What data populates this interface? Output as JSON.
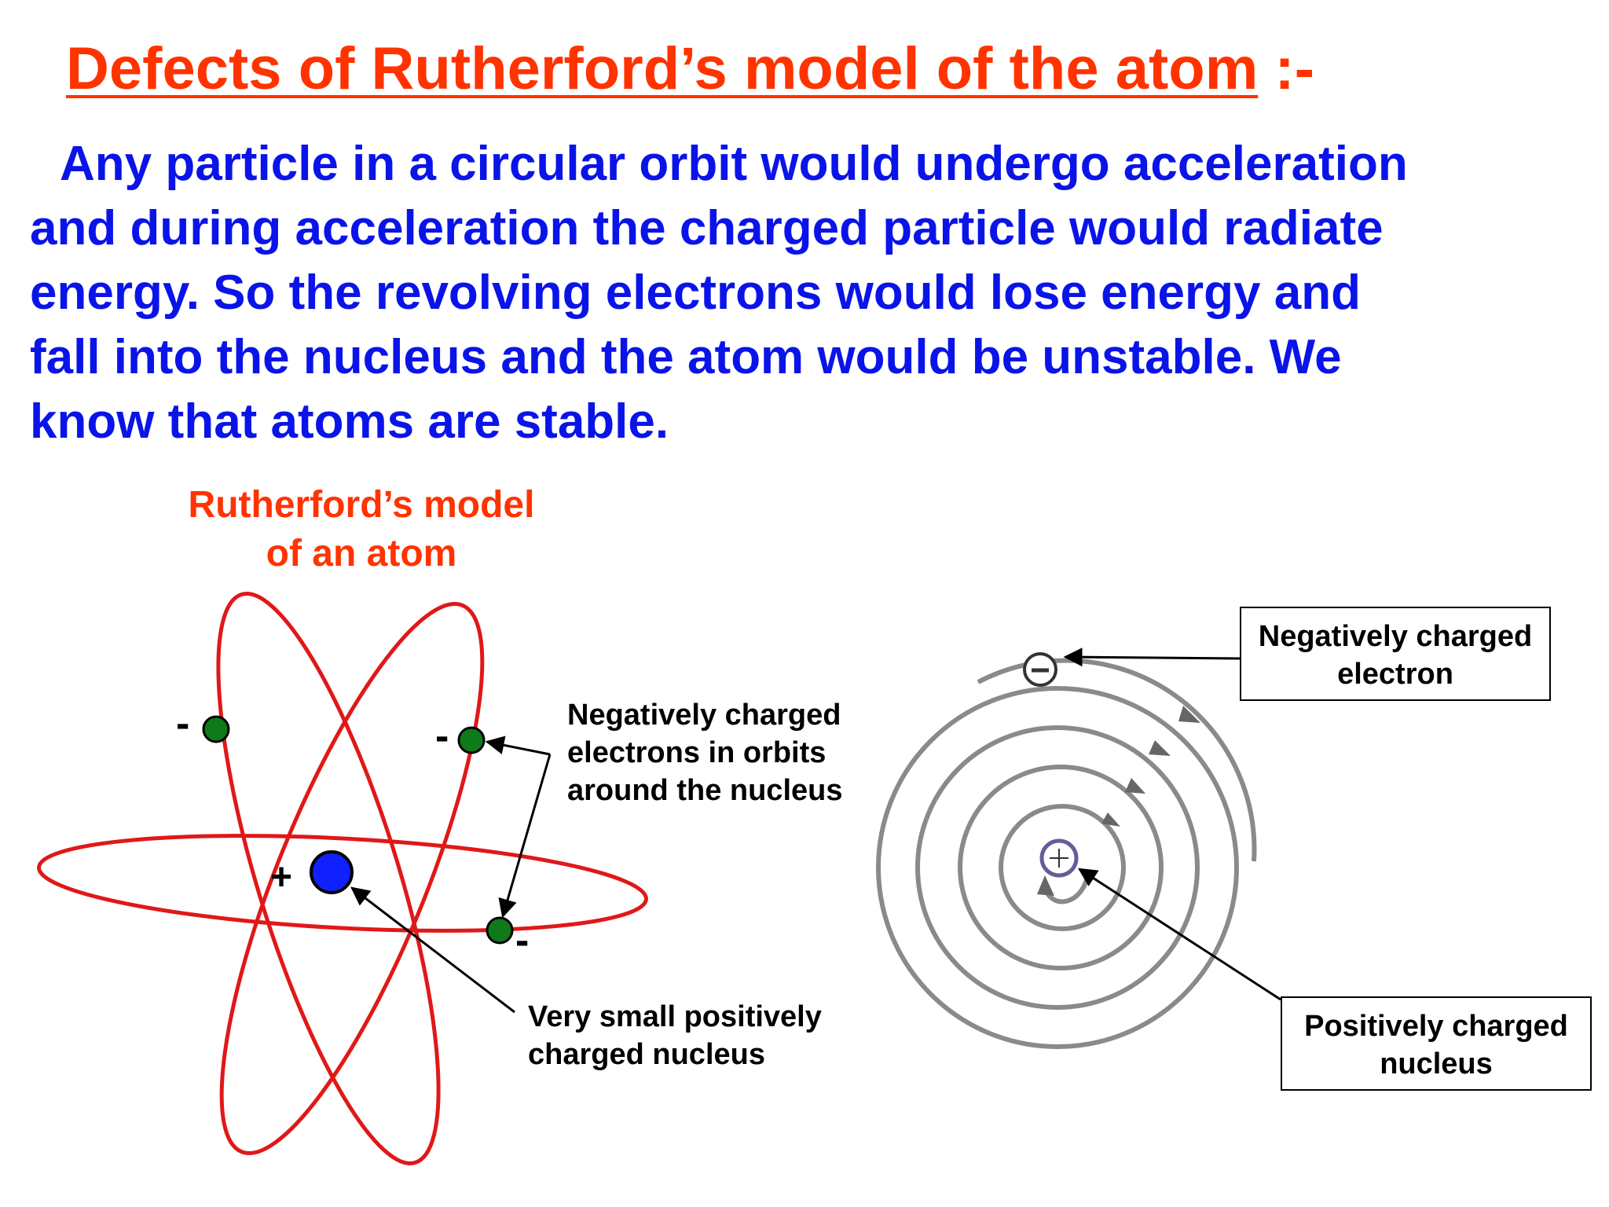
{
  "title": {
    "main": "Defects of Rutherford’s model of the atom",
    "suffix": " :-"
  },
  "paragraph": "Any particle in a circular orbit would undergo acceleration\nand during acceleration the charged particle would radiate\nenergy. So the revolving electrons would lose energy and\nfall into the nucleus and the atom would be unstable. We\nknow that atoms are stable.",
  "rutherford_model": {
    "caption_line1": "Rutherford’s model",
    "caption_line2": "of an atom",
    "electron_sign": "-",
    "nucleus_sign": "+",
    "label_electrons": "Negatively charged\nelectrons in orbits\naround the nucleus",
    "label_nucleus": "Very small positively\ncharged nucleus",
    "colors": {
      "orbit": "#e01818",
      "electron": "#0f7a1a",
      "nucleus": "#1020ff"
    }
  },
  "spiral_model": {
    "electron_label": "Negatively charged\nelectron",
    "nucleus_label": "Positively charged\nnucleus",
    "colors": {
      "spiral": "#8a8a8a"
    }
  }
}
